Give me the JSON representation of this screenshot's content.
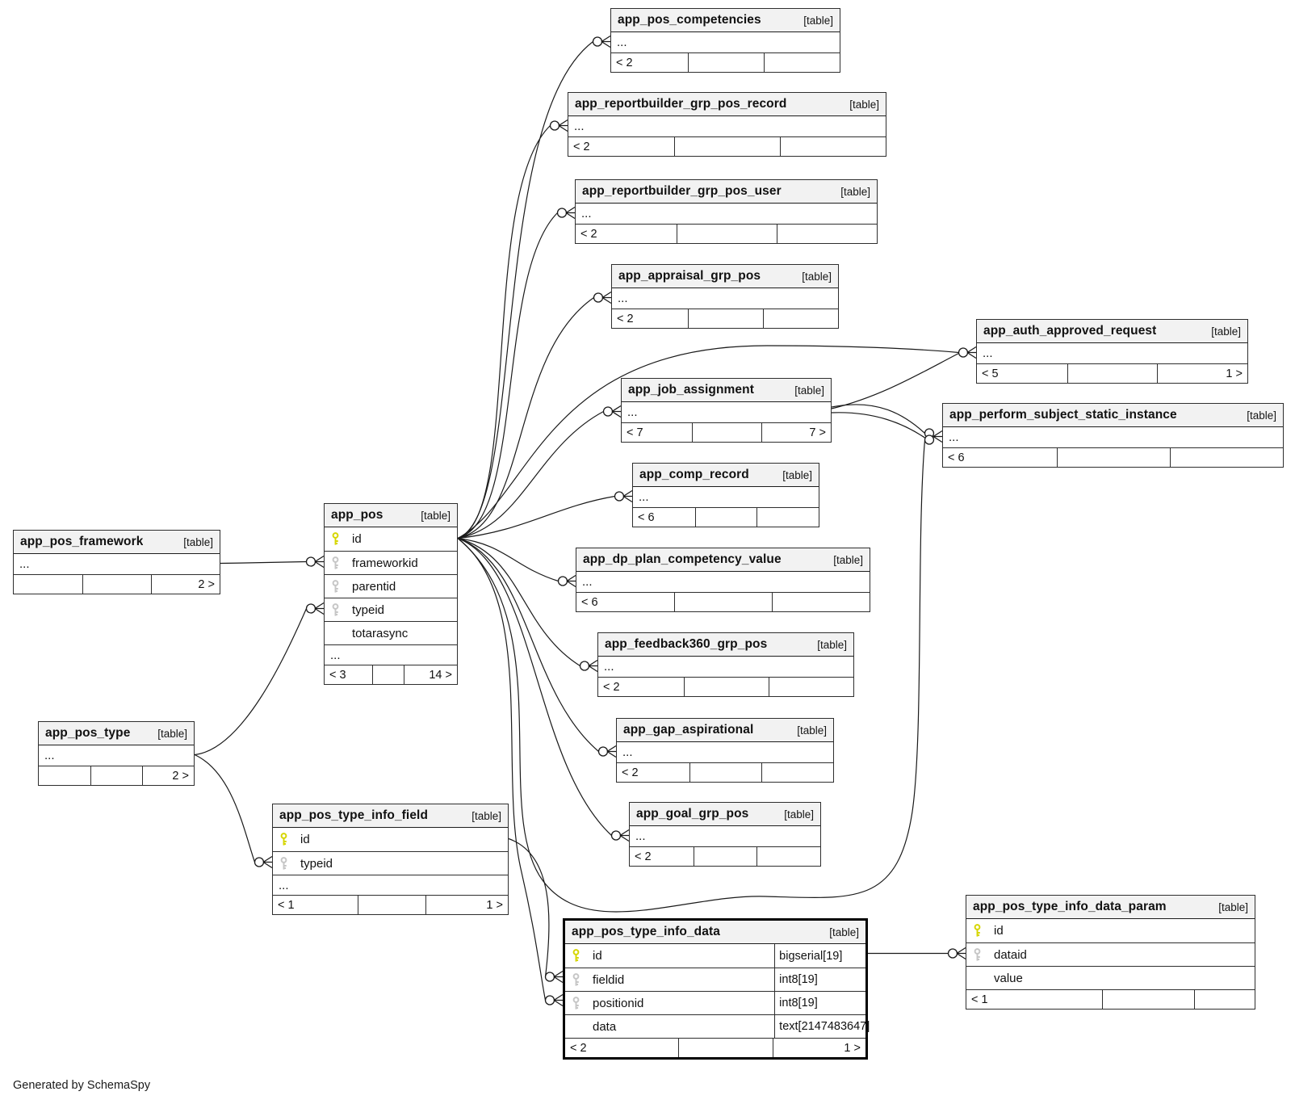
{
  "credit": "Generated by SchemaSpy",
  "colors": {
    "primary_key": "#d6d600",
    "foreign_key": "#c6c6c6",
    "header_bg": "#f2f2f2",
    "edge": "#1a1a1a"
  },
  "tables": [
    {
      "name": "app_pos_competencies",
      "tag": "[table]",
      "rows": [
        {
          "dots": true,
          "label": "..."
        }
      ],
      "footer": [
        "< 2",
        "",
        ""
      ]
    },
    {
      "name": "app_reportbuilder_grp_pos_record",
      "tag": "[table]",
      "rows": [
        {
          "dots": true,
          "label": "..."
        }
      ],
      "footer": [
        "< 2",
        "",
        ""
      ]
    },
    {
      "name": "app_reportbuilder_grp_pos_user",
      "tag": "[table]",
      "rows": [
        {
          "dots": true,
          "label": "..."
        }
      ],
      "footer": [
        "< 2",
        "",
        ""
      ]
    },
    {
      "name": "app_appraisal_grp_pos",
      "tag": "[table]",
      "rows": [
        {
          "dots": true,
          "label": "..."
        }
      ],
      "footer": [
        "< 2",
        "",
        ""
      ]
    },
    {
      "name": "app_auth_approved_request",
      "tag": "[table]",
      "rows": [
        {
          "dots": true,
          "label": "..."
        }
      ],
      "footer": [
        "< 5",
        "",
        "1 >"
      ]
    },
    {
      "name": "app_job_assignment",
      "tag": "[table]",
      "rows": [
        {
          "dots": true,
          "label": "..."
        }
      ],
      "footer": [
        "< 7",
        "",
        "7 >"
      ]
    },
    {
      "name": "app_perform_subject_static_instance",
      "tag": "[table]",
      "rows": [
        {
          "dots": true,
          "label": "..."
        }
      ],
      "footer": [
        "< 6",
        "",
        ""
      ]
    },
    {
      "name": "app_comp_record",
      "tag": "[table]",
      "rows": [
        {
          "dots": true,
          "label": "..."
        }
      ],
      "footer": [
        "< 6",
        "",
        ""
      ]
    },
    {
      "name": "app_pos",
      "tag": "[table]",
      "rows": [
        {
          "name": "id",
          "key": "pk"
        },
        {
          "name": "frameworkid",
          "key": "fk"
        },
        {
          "name": "parentid",
          "key": "fk"
        },
        {
          "name": "typeid",
          "key": "fk"
        },
        {
          "name": "totarasync"
        },
        {
          "dots": true,
          "label": "..."
        }
      ],
      "footer": [
        "< 3",
        "",
        "14 >"
      ]
    },
    {
      "name": "app_dp_plan_competency_value",
      "tag": "[table]",
      "rows": [
        {
          "dots": true,
          "label": "..."
        }
      ],
      "footer": [
        "< 6",
        "",
        ""
      ]
    },
    {
      "name": "app_feedback360_grp_pos",
      "tag": "[table]",
      "rows": [
        {
          "dots": true,
          "label": "..."
        }
      ],
      "footer": [
        "< 2",
        "",
        ""
      ]
    },
    {
      "name": "app_gap_aspirational",
      "tag": "[table]",
      "rows": [
        {
          "dots": true,
          "label": "..."
        }
      ],
      "footer": [
        "< 2",
        "",
        ""
      ]
    },
    {
      "name": "app_goal_grp_pos",
      "tag": "[table]",
      "rows": [
        {
          "dots": true,
          "label": "..."
        }
      ],
      "footer": [
        "< 2",
        "",
        ""
      ]
    },
    {
      "name": "app_pos_framework",
      "tag": "[table]",
      "rows": [
        {
          "dots": true,
          "label": "..."
        }
      ],
      "footer": [
        "",
        "",
        "2 >"
      ]
    },
    {
      "name": "app_pos_type",
      "tag": "[table]",
      "rows": [
        {
          "dots": true,
          "label": "..."
        }
      ],
      "footer": [
        "",
        "",
        "2 >"
      ]
    },
    {
      "name": "app_pos_type_info_field",
      "tag": "[table]",
      "rows": [
        {
          "name": "id",
          "key": "pk"
        },
        {
          "name": "typeid",
          "key": "fk"
        },
        {
          "dots": true,
          "label": "..."
        }
      ],
      "footer": [
        "< 1",
        "",
        "1 >"
      ]
    },
    {
      "name": "app_pos_type_info_data",
      "tag": "[table]",
      "emphasis": true,
      "rows": [
        {
          "name": "id",
          "type": "bigserial[19]",
          "key": "pk"
        },
        {
          "name": "fieldid",
          "type": "int8[19]",
          "key": "fk"
        },
        {
          "name": "positionid",
          "type": "int8[19]",
          "key": "fk"
        },
        {
          "name": "data",
          "type": "text[2147483647]"
        }
      ],
      "footer": [
        "< 2",
        "",
        "1 >"
      ]
    },
    {
      "name": "app_pos_type_info_data_param",
      "tag": "[table]",
      "rows": [
        {
          "name": "id",
          "key": "pk"
        },
        {
          "name": "dataid",
          "key": "fk"
        },
        {
          "name": "value"
        }
      ],
      "footer": [
        "< 1",
        "",
        ""
      ]
    }
  ]
}
